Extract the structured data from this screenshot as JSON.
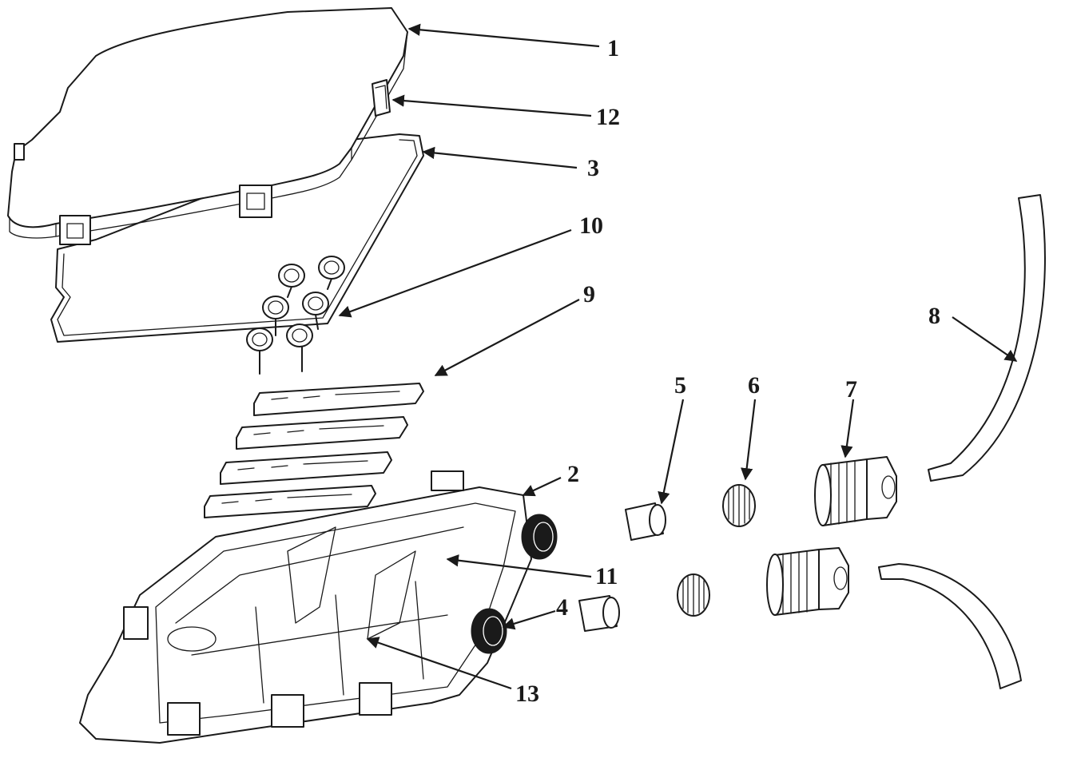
{
  "labels": [
    {
      "id": "1",
      "text": "1"
    },
    {
      "id": "12",
      "text": "12"
    },
    {
      "id": "3",
      "text": "3"
    },
    {
      "id": "10",
      "text": "10"
    },
    {
      "id": "9",
      "text": "9"
    },
    {
      "id": "8",
      "text": "8"
    },
    {
      "id": "5",
      "text": "5"
    },
    {
      "id": "6",
      "text": "6"
    },
    {
      "id": "7",
      "text": "7"
    },
    {
      "id": "2",
      "text": "2"
    },
    {
      "id": "11",
      "text": "11"
    },
    {
      "id": "4",
      "text": "4"
    },
    {
      "id": "13",
      "text": "13"
    }
  ],
  "colors": {
    "line": "#1a1a1a",
    "background": "#ffffff"
  }
}
